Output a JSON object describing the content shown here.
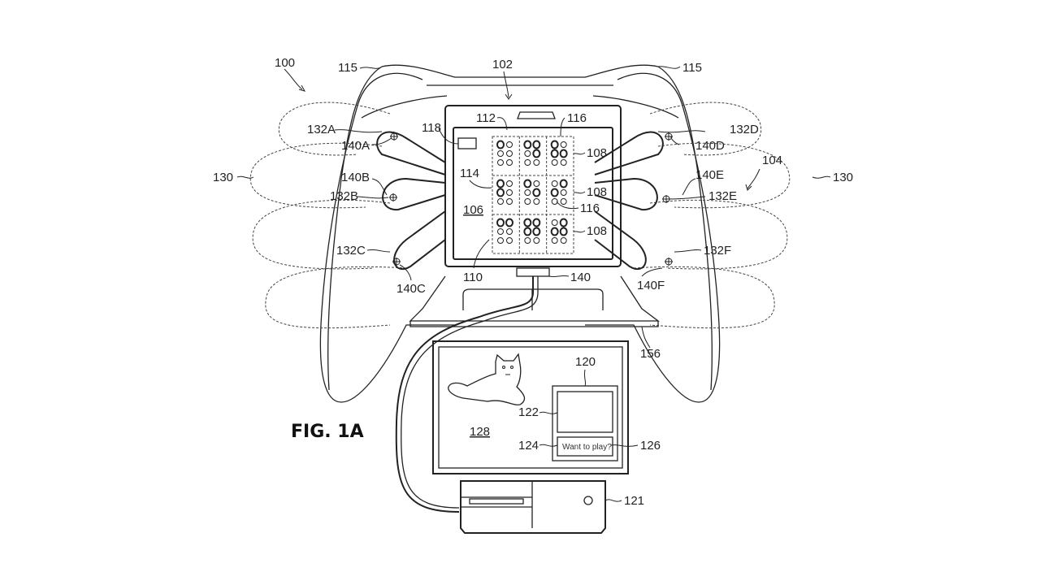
{
  "figure": {
    "title": "FIG. 1A",
    "ref_labels": {
      "system": "100",
      "controller_device": "102",
      "hands": "104",
      "display_panel": "106",
      "row_108_a": "108",
      "row_108_b": "108",
      "row_108_c": "108",
      "braille_area": "110",
      "grid_top": "112",
      "grid_pointer": "114",
      "trigger_left": "115",
      "trigger_right": "115",
      "dot_top": "116",
      "dot_mid": "116",
      "indicator_box": "118",
      "popup_window": "120",
      "console": "121",
      "popup_image": "122",
      "popup_text_box": "124",
      "popup_text_ref": "126",
      "tv_screen": "128",
      "finger_left": "130",
      "finger_right": "130",
      "btn_132A": "132A",
      "btn_132B": "132B",
      "btn_132C": "132C",
      "btn_132D": "132D",
      "btn_132E": "132E",
      "btn_132F": "132F",
      "sensor_140A": "140A",
      "sensor_140B": "140B",
      "sensor_140C": "140C",
      "sensor_140D": "140D",
      "sensor_140E": "140E",
      "sensor_140F": "140F",
      "connector": "140",
      "stand": "156"
    },
    "popup_message": "Want to play?",
    "braille_cells": [
      [
        [
          1
        ],
        [
          1,
          4,
          5
        ],
        [
          1,
          2,
          5
        ]
      ],
      [
        [
          1,
          2
        ],
        [
          1,
          5
        ],
        [
          2,
          4
        ]
      ],
      [
        [
          1,
          4
        ],
        [
          1,
          2,
          4,
          5
        ],
        [
          2,
          4,
          5
        ]
      ]
    ]
  }
}
